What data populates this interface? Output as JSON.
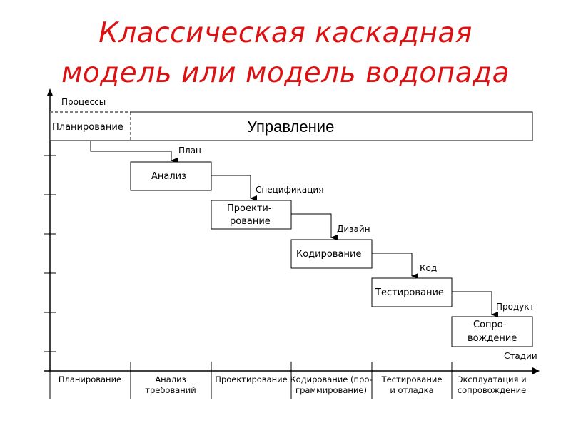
{
  "title": {
    "line1": "Классическая каскадная",
    "line2": "модель или модель водопада"
  },
  "axes": {
    "y_label": "Процессы",
    "x_label": "Стадии"
  },
  "management": {
    "planning_label": "Планирование",
    "management_label": "Управление"
  },
  "steps": [
    {
      "box_lines": [
        "Анализ"
      ],
      "output": "План"
    },
    {
      "box_lines": [
        "Проекти-",
        "рование"
      ],
      "output": "Спецификация"
    },
    {
      "box_lines": [
        "Кодирование"
      ],
      "output": "Дизайн"
    },
    {
      "box_lines": [
        "Тестирование"
      ],
      "output": "Код"
    },
    {
      "box_lines": [
        "Сопро-",
        "вождение"
      ],
      "output": "Продукт"
    }
  ],
  "stages": [
    [
      "Планирование"
    ],
    [
      "Анализ",
      "требований"
    ],
    [
      "Проектирование"
    ],
    [
      "Кодирование (про-",
      "граммирование)"
    ],
    [
      "Тестирование",
      "и отладка"
    ],
    [
      "Эксплуатация и",
      "сопровождение"
    ]
  ]
}
